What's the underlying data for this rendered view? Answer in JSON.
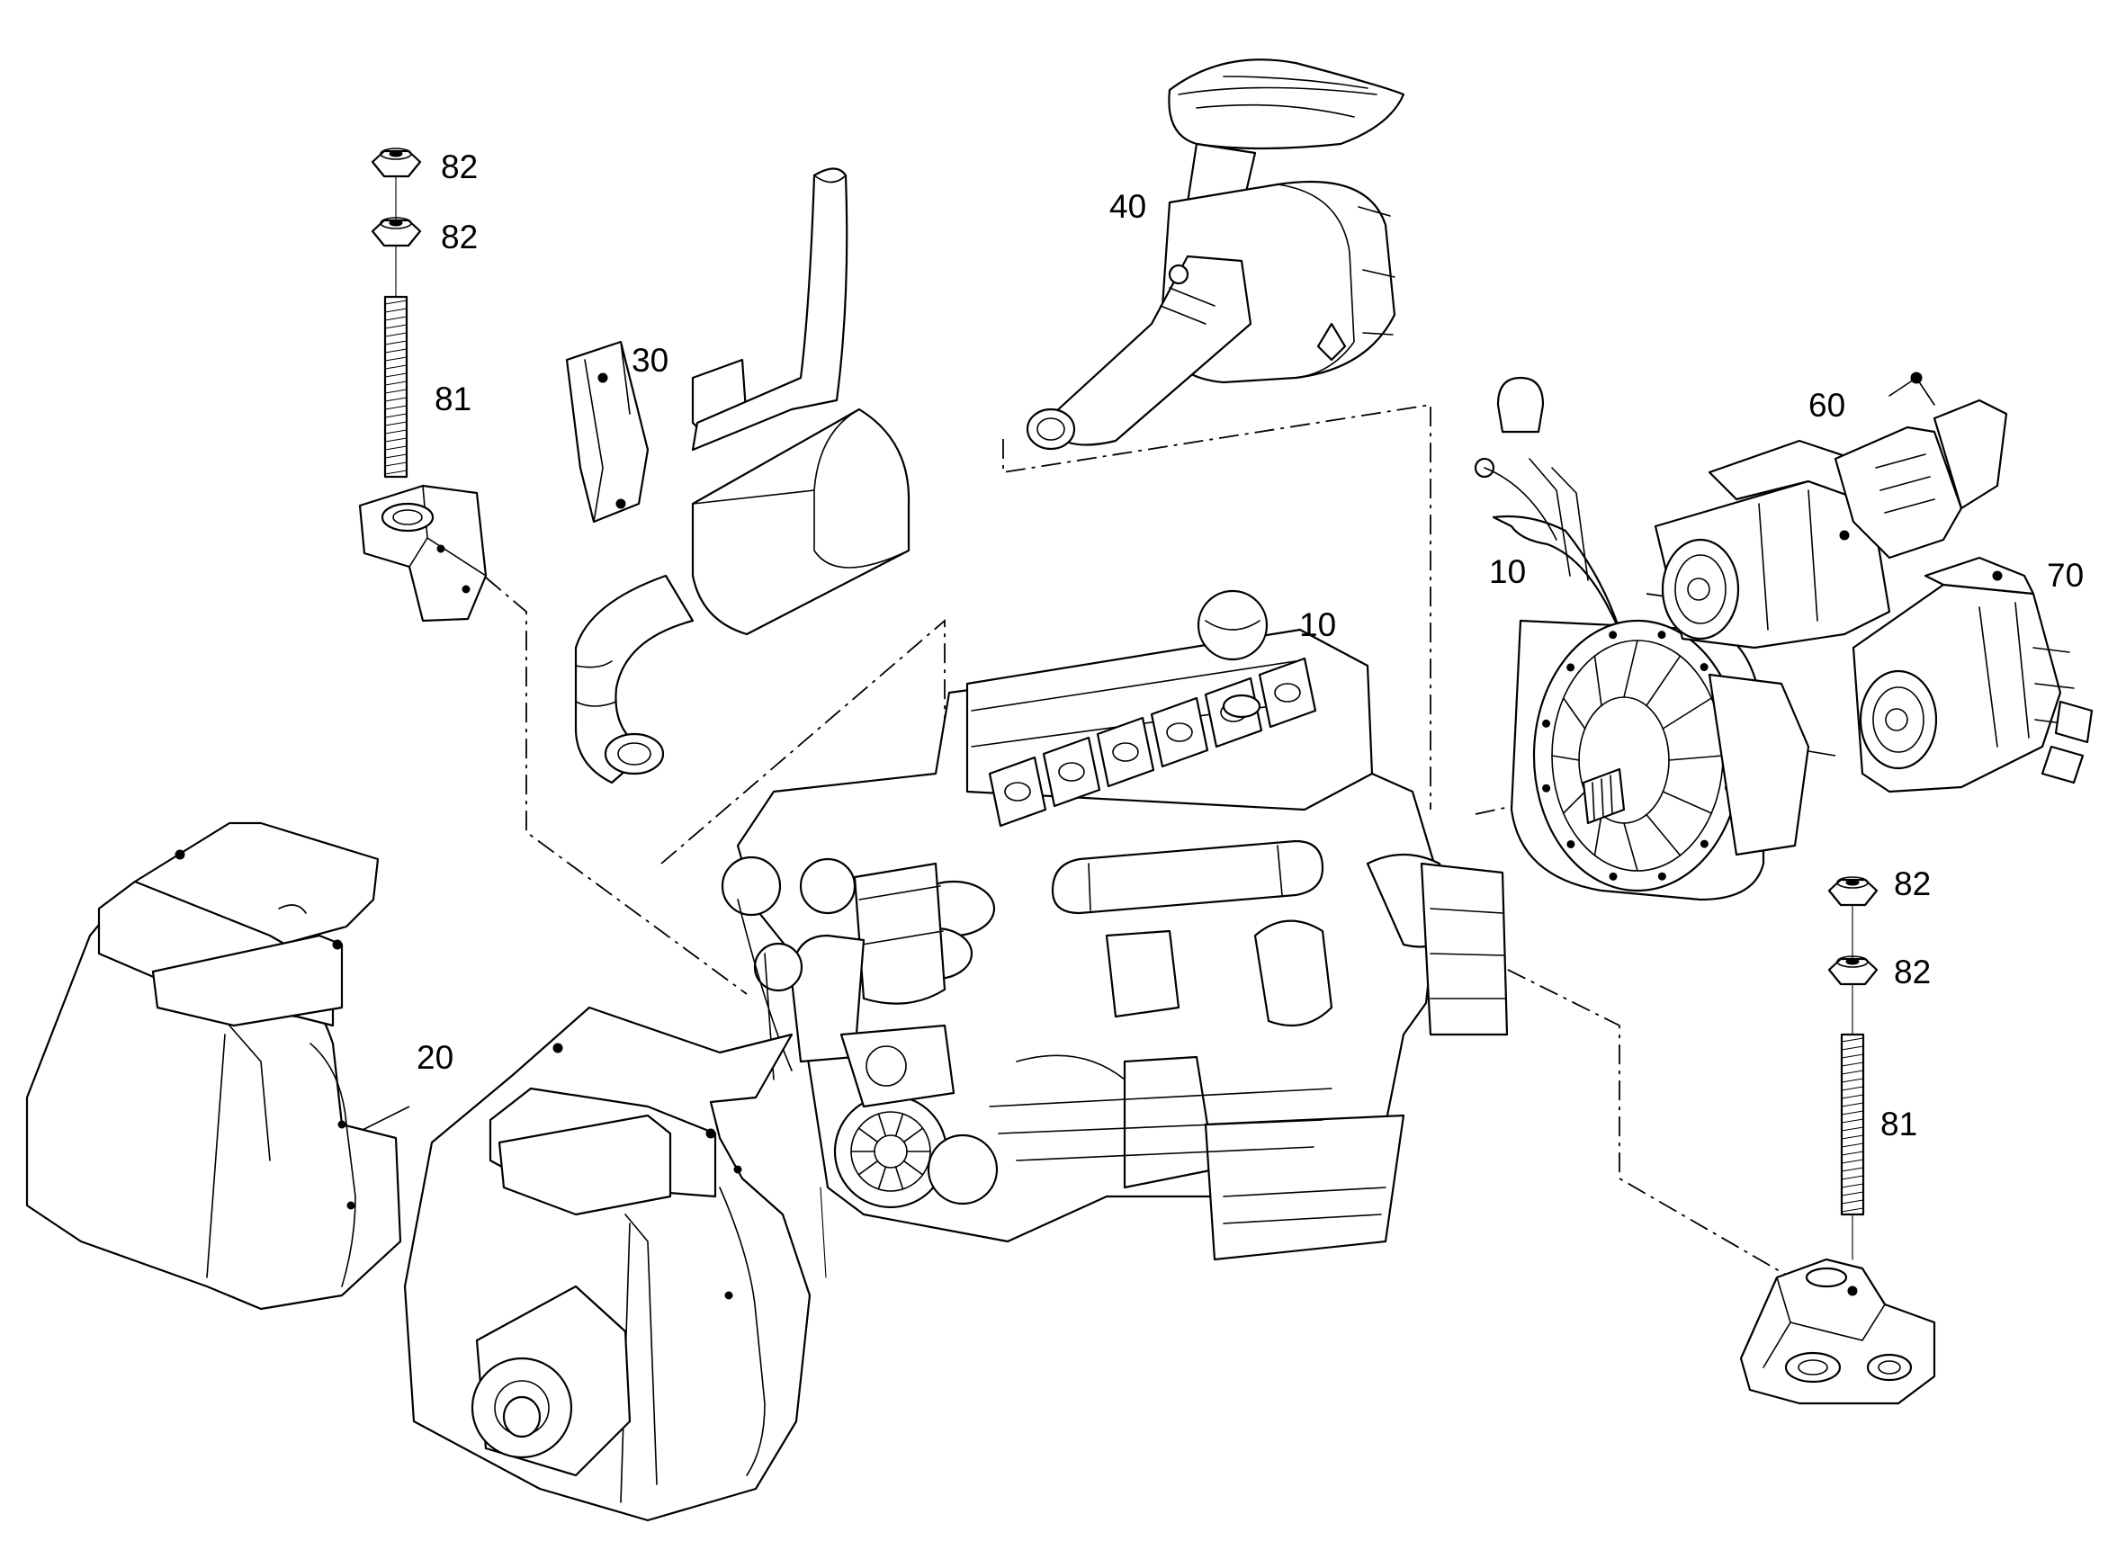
{
  "callouts": {
    "nut_top_1": "82",
    "nut_top_2": "82",
    "stud_top": "81",
    "exhaust": "30",
    "air_filter": "40",
    "engine": "10",
    "flywheel_housing": "10",
    "pump_upper": "60",
    "pump_lower": "70",
    "radiator": "20",
    "nut_right_1": "82",
    "nut_right_2": "82",
    "stud_right": "81"
  },
  "colors": {
    "line": "#000000",
    "background": "#ffffff"
  },
  "icons": [
    "hex-nut-icon",
    "threaded-stud-icon",
    "engine-mount-icon"
  ]
}
